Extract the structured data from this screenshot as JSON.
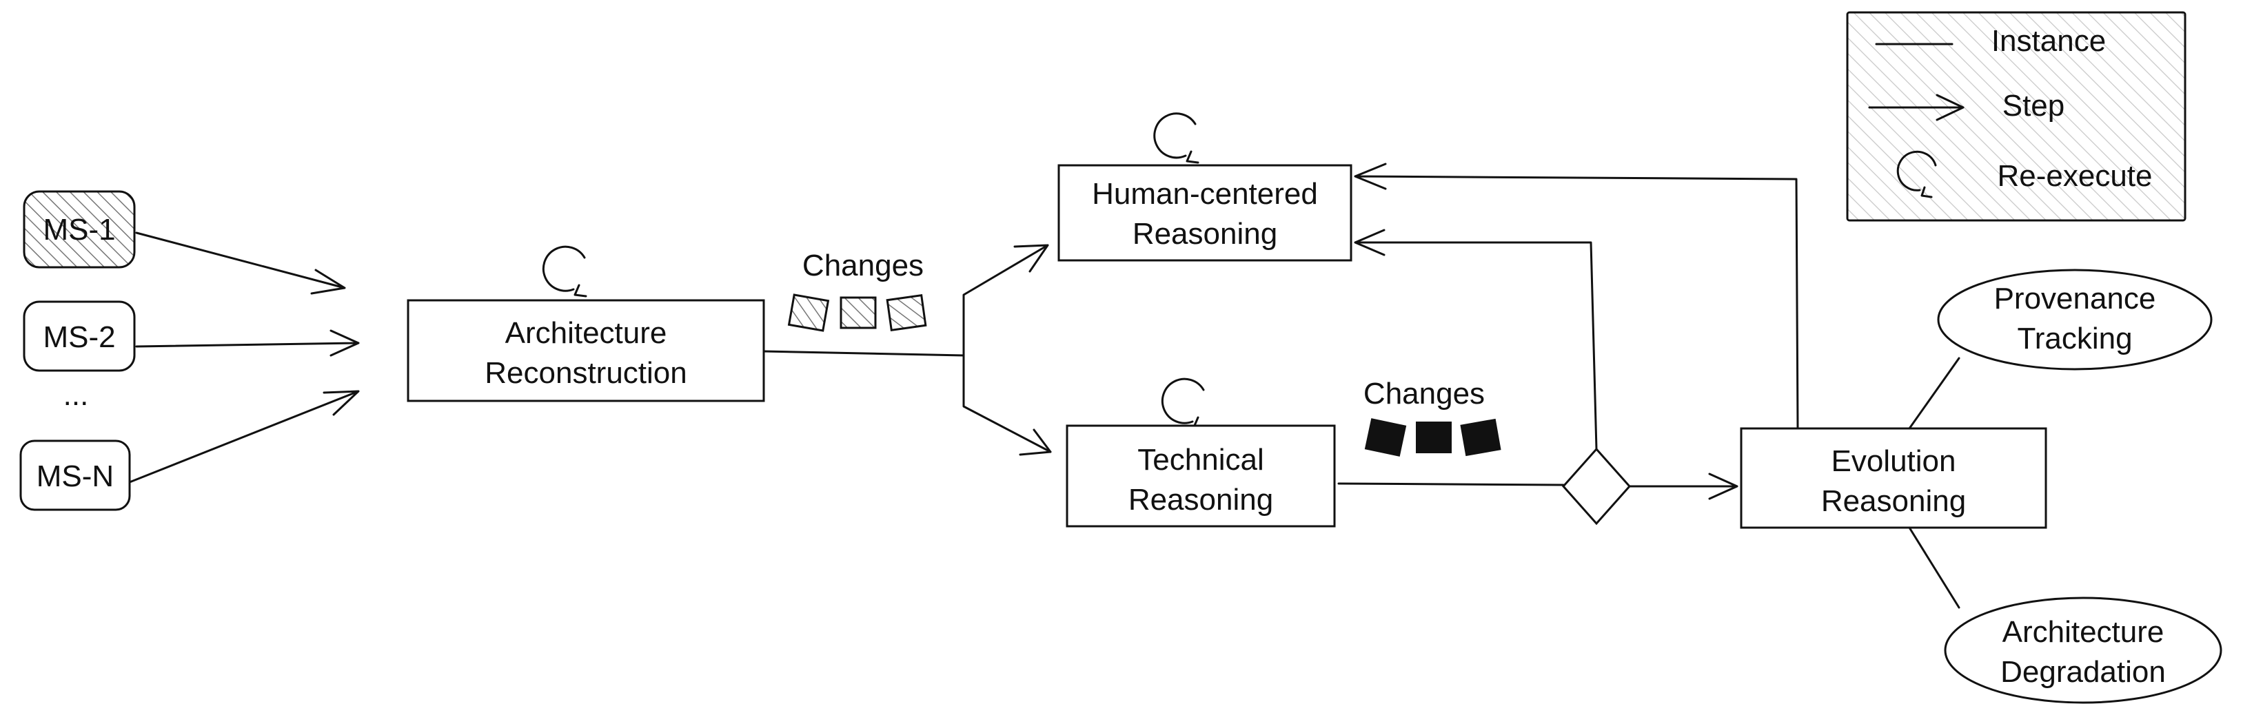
{
  "nodes": {
    "ms1": "MS-1",
    "ms2": "MS-2",
    "ms_ellipsis": "...",
    "msn": "MS-N",
    "arch_recon": [
      "Architecture",
      "Reconstruction"
    ],
    "human": [
      "Human-centered",
      "Reasoning"
    ],
    "technical": [
      "Technical",
      "Reasoning"
    ],
    "evolution": [
      "Evolution",
      "Reasoning"
    ],
    "provenance": [
      "Provenance",
      "Tracking"
    ],
    "degradation": [
      "Architecture",
      "Degradation"
    ]
  },
  "labels": {
    "changes_hatched": "Changes",
    "changes_solid": "Changes"
  },
  "legend": {
    "instance": "Instance",
    "step": "Step",
    "reexecute": "Re-execute"
  }
}
